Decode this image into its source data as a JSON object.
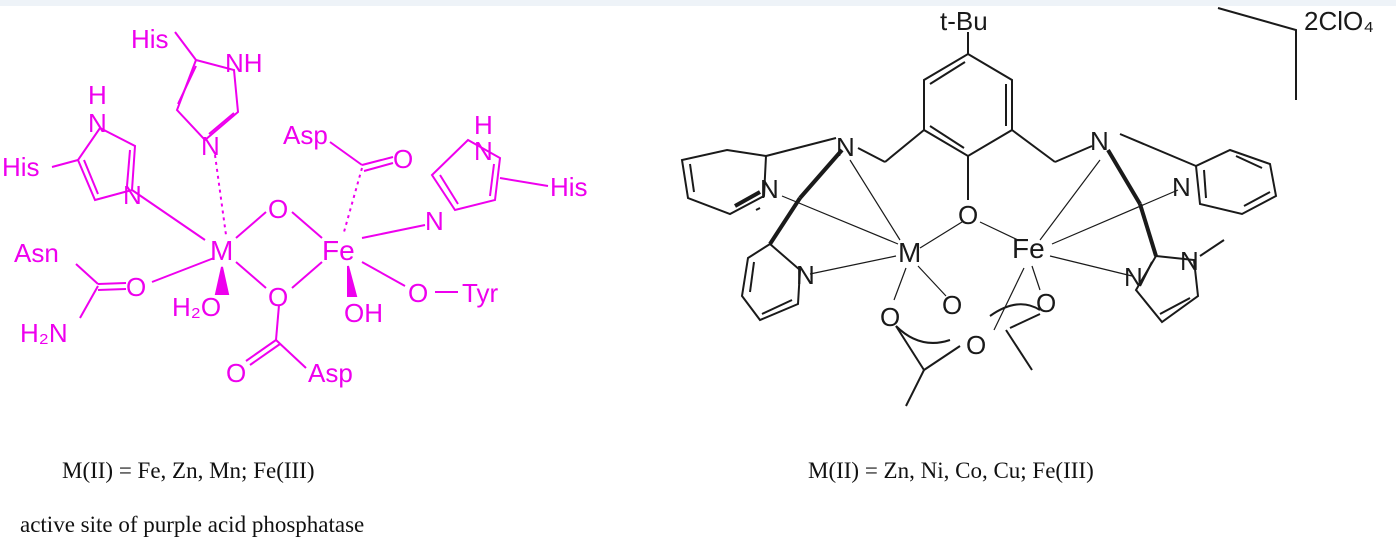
{
  "colors": {
    "left_structure": "#ee00ee",
    "right_structure": "#1a1a1a",
    "text": "#111111"
  },
  "left": {
    "labels": {
      "his_top": "His",
      "nh_top": "NH",
      "n_top": "N",
      "h_left": "H",
      "n_left_ring": "N",
      "his_left": "His",
      "n_left": "N",
      "asp_top": "Asp",
      "o_asp_top": "O",
      "h_right": "H",
      "n_right_ring": "N",
      "his_right": "His",
      "n_right": "N",
      "o_bridge_top": "O",
      "m": "M",
      "fe": "Fe",
      "asn": "Asn",
      "o_asn": "O",
      "h2n": "H₂N",
      "h2o": "H₂O",
      "o_bridge_bottom": "O",
      "oh": "OH",
      "o_tyr": "O",
      "tyr": "Tyr",
      "o_asp_bottom": "O",
      "asp_bottom": "Asp"
    },
    "caption": "M(II) = Fe, Zn, Mn; Fe(III)",
    "note": "active site of purple acid phosphatase"
  },
  "right": {
    "labels": {
      "tbu": "t-Bu",
      "counterion": "2ClO₄",
      "n_amine_left": "N",
      "n_amine_right": "N",
      "n_py1": "N",
      "n_py2": "N",
      "n_py3": "N",
      "o_phenoxo": "O",
      "m": "M",
      "fe": "Fe",
      "n_im": "N",
      "n_me": "N",
      "o_ac1": "O",
      "o_ac2": "O",
      "o_ac3": "O",
      "o_ac4": "O"
    },
    "caption": "M(II) = Zn, Ni, Co, Cu; Fe(III)"
  }
}
